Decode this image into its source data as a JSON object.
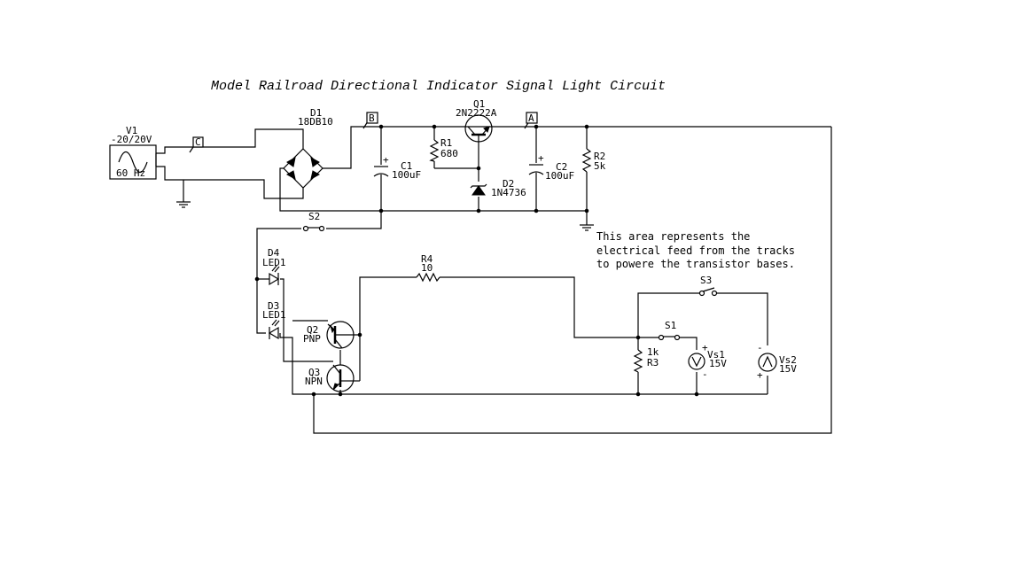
{
  "title": "Model Railroad Directional Indicator Signal Light Circuit",
  "note": {
    "line1": "This area represents the",
    "line2": "electrical feed from the tracks",
    "line3": "to powere the transistor bases."
  },
  "probes": {
    "a": "A",
    "b": "B",
    "c": "C"
  },
  "components": {
    "v1": {
      "ref": "V1",
      "value": "-20/20V",
      "freq": "60 Hz"
    },
    "d1": {
      "ref": "D1",
      "value": "18DB10"
    },
    "q1": {
      "ref": "Q1",
      "value": "2N2222A"
    },
    "r1": {
      "ref": "R1",
      "value": "680"
    },
    "c1": {
      "ref": "C1",
      "value": "100uF",
      "plus": "+"
    },
    "d2": {
      "ref": "D2",
      "value": "1N4736"
    },
    "c2": {
      "ref": "C2",
      "value": "100uF",
      "plus": "+"
    },
    "r2": {
      "ref": "R2",
      "value": "5k"
    },
    "s2": {
      "ref": "S2"
    },
    "d4": {
      "ref": "D4",
      "value": "LED1"
    },
    "d3": {
      "ref": "D3",
      "value": "LED1"
    },
    "q2": {
      "ref": "Q2",
      "value": "PNP"
    },
    "q3": {
      "ref": "Q3",
      "value": "NPN"
    },
    "r4": {
      "ref": "R4",
      "value": "10"
    },
    "s3": {
      "ref": "S3"
    },
    "s1": {
      "ref": "S1"
    },
    "r3": {
      "ref": "R3",
      "value": "1k"
    },
    "vs1": {
      "ref": "Vs1",
      "value": "15V",
      "plus": "+",
      "minus": "-"
    },
    "vs2": {
      "ref": "Vs2",
      "value": "15V",
      "plus": "+",
      "minus": "-"
    }
  }
}
